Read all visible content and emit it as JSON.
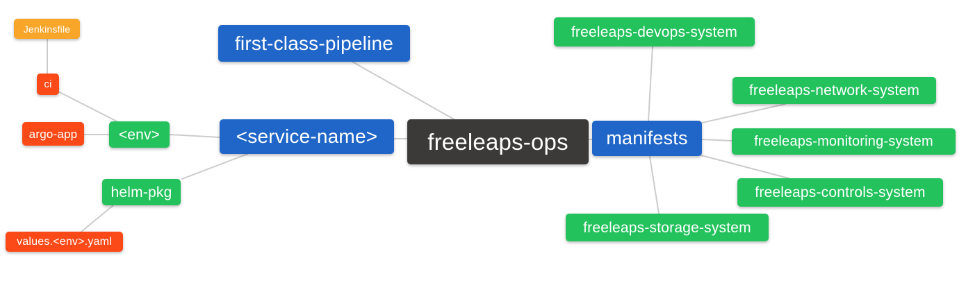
{
  "diagram": {
    "type": "mindmap",
    "root": "freeleaps-ops",
    "background": "#ffffff",
    "edge_color": "#cccccc",
    "palette": {
      "blue": "#2066c8",
      "green": "#23c25d",
      "red": "#fb4a17",
      "orange": "#f7a62a",
      "dark": "#3b3a38",
      "text": "#ffffff"
    },
    "nodes": {
      "jenkinsfile": {
        "label": "Jenkinsfile",
        "color": "orange"
      },
      "ci": {
        "label": "ci",
        "color": "red"
      },
      "argo_app": {
        "label": "argo-app",
        "color": "red"
      },
      "env": {
        "label": "<env>",
        "color": "green"
      },
      "helm_pkg": {
        "label": "helm-pkg",
        "color": "green"
      },
      "values_env_yaml": {
        "label": "values.<env>.yaml",
        "color": "red"
      },
      "first_class_pipeline": {
        "label": "first-class-pipeline",
        "color": "blue"
      },
      "service_name": {
        "label": "<service-name>",
        "color": "blue"
      },
      "freeleaps_ops": {
        "label": "freeleaps-ops",
        "color": "dark"
      },
      "manifests": {
        "label": "manifests",
        "color": "blue"
      },
      "devops_system": {
        "label": "freeleaps-devops-system",
        "color": "green"
      },
      "network_system": {
        "label": "freeleaps-network-system",
        "color": "green"
      },
      "monitoring_system": {
        "label": "freeleaps-monitoring-system",
        "color": "green"
      },
      "controls_system": {
        "label": "freeleaps-controls-system",
        "color": "green"
      },
      "storage_system": {
        "label": "freeleaps-storage-system",
        "color": "green"
      }
    },
    "edges": [
      [
        "jenkinsfile",
        "ci"
      ],
      [
        "ci",
        "env"
      ],
      [
        "argo_app",
        "env"
      ],
      [
        "env",
        "service_name"
      ],
      [
        "helm_pkg",
        "service_name"
      ],
      [
        "values_env_yaml",
        "helm_pkg"
      ],
      [
        "first_class_pipeline",
        "freeleaps_ops"
      ],
      [
        "service_name",
        "freeleaps_ops"
      ],
      [
        "freeleaps_ops",
        "manifests"
      ],
      [
        "manifests",
        "devops_system"
      ],
      [
        "manifests",
        "network_system"
      ],
      [
        "manifests",
        "monitoring_system"
      ],
      [
        "manifests",
        "controls_system"
      ],
      [
        "manifests",
        "storage_system"
      ]
    ]
  }
}
